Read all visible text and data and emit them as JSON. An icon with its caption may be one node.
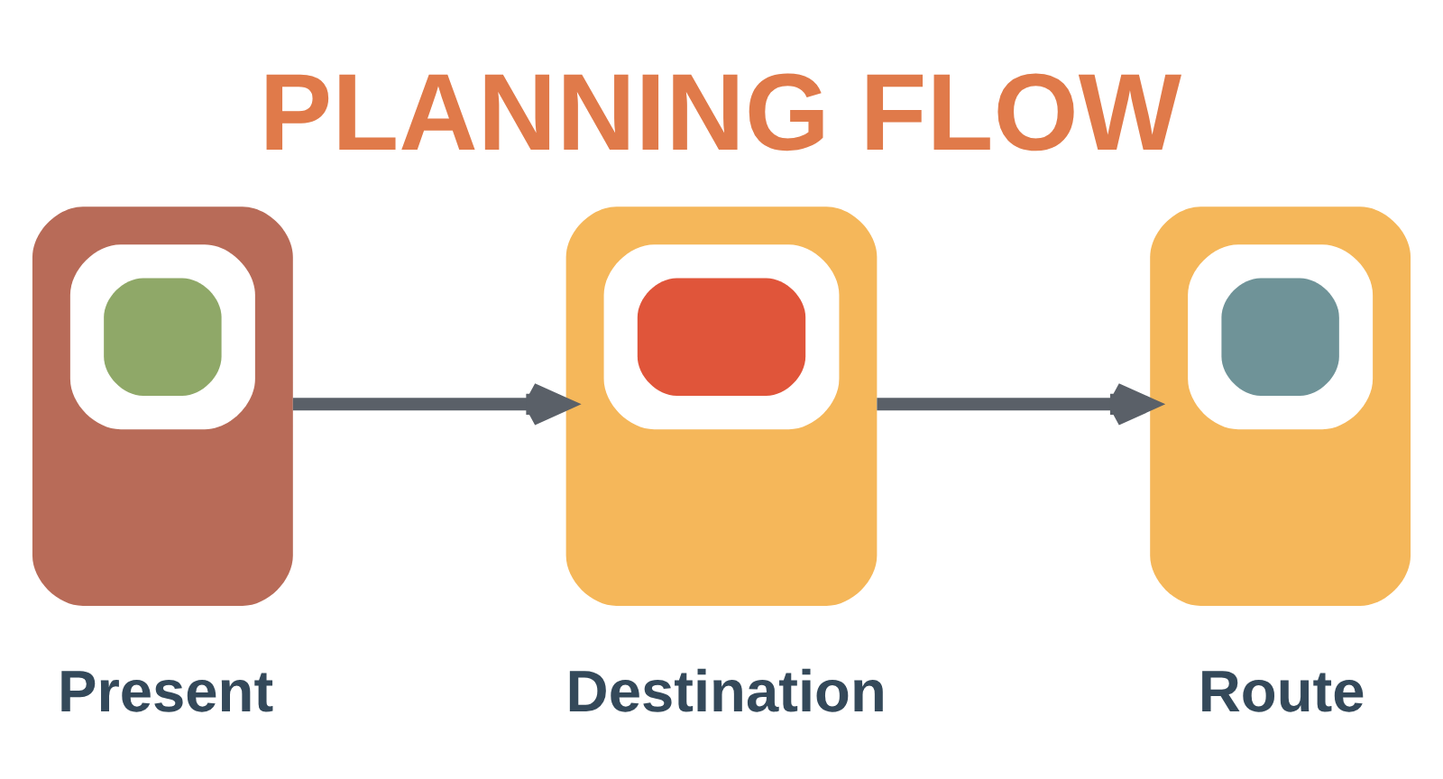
{
  "diagram": {
    "title": "PLANNING FLOW",
    "nodes": [
      {
        "text": [
          "Present"
        ]
      },
      {
        "text": [
          "Destination"
        ]
      },
      {
        "text": [
          "Route"
        ]
      }
    ],
    "edges": [
      {
        "from": 0,
        "to": 1,
        "arrow": "to"
      },
      {
        "from": 1,
        "to": 2,
        "arrow": "to"
      }
    ]
  }
}
